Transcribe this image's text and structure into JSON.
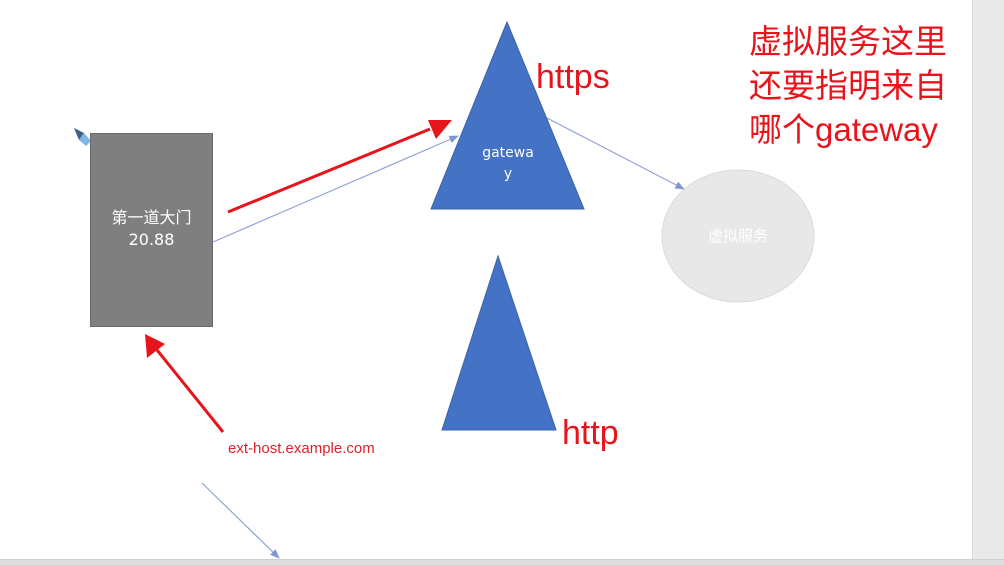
{
  "diagram": {
    "entry_gate": {
      "label": "第一道大门\n20.88"
    },
    "gateway_https": {
      "label": "gatewa\ny",
      "protocol": "https"
    },
    "gateway_http": {
      "protocol": "http"
    },
    "virtual_service": {
      "label": "虚拟服务"
    },
    "note": "虚拟服务这里\n还要指明来自\n哪个gateway",
    "external_host": "ext-host.example.com"
  },
  "colors": {
    "gateway_blue": "#4472c4",
    "gate_gray": "#7f7f7f",
    "annotation_red": "#e8141b",
    "connector_blue": "#8ea3d4",
    "service_fill": "#e8e8e8"
  }
}
